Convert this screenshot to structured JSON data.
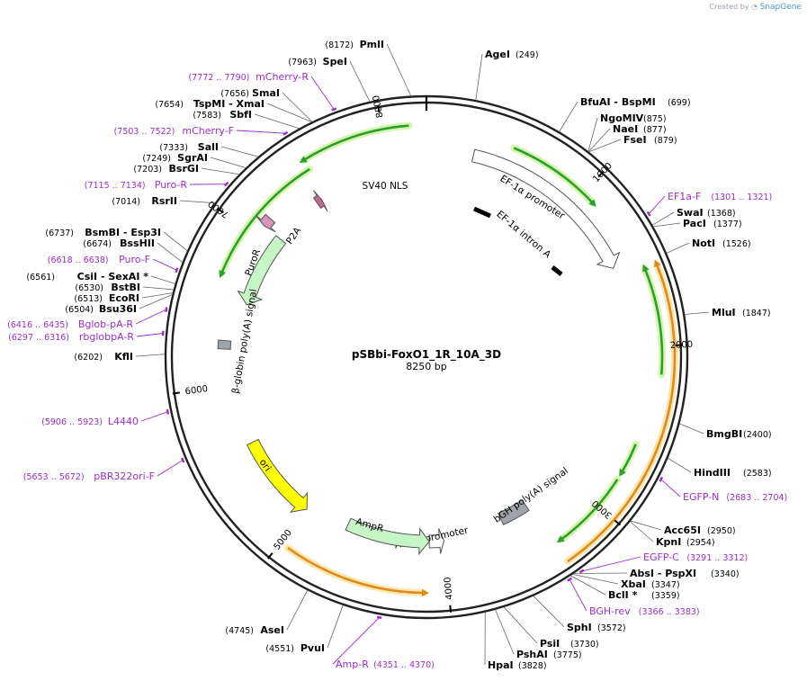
{
  "credit": {
    "prefix": "Created by",
    "brand": "SnapGene"
  },
  "plasmid": {
    "name": "pSBbi-FoxO1_1R_10A_3D",
    "length_text": "8250 bp",
    "length": 8250
  },
  "tick_labels": [
    "1000",
    "2000",
    "3000",
    "4000",
    "5000",
    "6000",
    "7000",
    "8000"
  ],
  "sites": [
    {
      "name": "PmlI",
      "pos_text": "(8172)",
      "pos": 8172
    },
    {
      "name": "AgeI",
      "pos_text": "(249)",
      "pos": 249
    },
    {
      "name": "SpeI",
      "pos_text": "(7963)",
      "pos": 7963
    },
    {
      "name": "BfuAI - BspMI",
      "pos_text": "(699)",
      "pos": 699
    },
    {
      "name": "NgoMIV",
      "pos_text": "(875)",
      "pos": 875
    },
    {
      "name": "NaeI",
      "pos_text": "(877)",
      "pos": 877
    },
    {
      "name": "FseI",
      "pos_text": "(879)",
      "pos": 879
    },
    {
      "name": "SmaI",
      "pos_text": "(7656)",
      "pos": 7656
    },
    {
      "name": "TspMI - XmaI",
      "pos_text": "(7654)",
      "pos": 7654
    },
    {
      "name": "SbfI",
      "pos_text": "(7583)",
      "pos": 7583
    },
    {
      "name": "SalI",
      "pos_text": "(7333)",
      "pos": 7333
    },
    {
      "name": "SgrAI",
      "pos_text": "(7249)",
      "pos": 7249
    },
    {
      "name": "BsrGI",
      "pos_text": "(7203)",
      "pos": 7203
    },
    {
      "name": "RsrII",
      "pos_text": "(7014)",
      "pos": 7014
    },
    {
      "name": "SwaI",
      "pos_text": "(1368)",
      "pos": 1368
    },
    {
      "name": "PacI",
      "pos_text": "(1377)",
      "pos": 1377
    },
    {
      "name": "NotI",
      "pos_text": "(1526)",
      "pos": 1526
    },
    {
      "name": "BsmBI - Esp3I",
      "pos_text": "(6737)",
      "pos": 6737
    },
    {
      "name": "BssHII",
      "pos_text": "(6674)",
      "pos": 6674
    },
    {
      "name": "CsiI - SexAI *",
      "pos_text": "(6561)",
      "pos": 6561
    },
    {
      "name": "BstBI",
      "pos_text": "(6530)",
      "pos": 6530
    },
    {
      "name": "EcoRI",
      "pos_text": "(6513)",
      "pos": 6513
    },
    {
      "name": "Bsu36I",
      "pos_text": "(6504)",
      "pos": 6504
    },
    {
      "name": "MluI",
      "pos_text": "(1847)",
      "pos": 1847
    },
    {
      "name": "KflI",
      "pos_text": "(6202)",
      "pos": 6202
    },
    {
      "name": "BmgBI",
      "pos_text": "(2400)",
      "pos": 2400
    },
    {
      "name": "HindIII",
      "pos_text": "(2583)",
      "pos": 2583
    },
    {
      "name": "Acc65I",
      "pos_text": "(2950)",
      "pos": 2950
    },
    {
      "name": "KpnI",
      "pos_text": "(2954)",
      "pos": 2954
    },
    {
      "name": "AbsI - PspXI",
      "pos_text": "(3340)",
      "pos": 3340
    },
    {
      "name": "XbaI",
      "pos_text": "(3347)",
      "pos": 3347
    },
    {
      "name": "BclI *",
      "pos_text": "(3359)",
      "pos": 3359
    },
    {
      "name": "SphI",
      "pos_text": "(3572)",
      "pos": 3572
    },
    {
      "name": "PsiI",
      "pos_text": "(3730)",
      "pos": 3730
    },
    {
      "name": "PshAI",
      "pos_text": "(3775)",
      "pos": 3775
    },
    {
      "name": "HpaI",
      "pos_text": "(3828)",
      "pos": 3828
    },
    {
      "name": "AseI",
      "pos_text": "(4745)",
      "pos": 4745
    },
    {
      "name": "PvuI",
      "pos_text": "(4551)",
      "pos": 4551
    }
  ],
  "primers": [
    {
      "name": "mCherry-R",
      "pos_text": "(7772 .. 7790)",
      "pos": 7781
    },
    {
      "name": "mCherry-F",
      "pos_text": "(7503 .. 7522)",
      "pos": 7512
    },
    {
      "name": "Puro-R",
      "pos_text": "(7115 .. 7134)",
      "pos": 7124
    },
    {
      "name": "Puro-F",
      "pos_text": "(6618 .. 6638)",
      "pos": 6628
    },
    {
      "name": "Bglob-pA-R",
      "pos_text": "(6416 .. 6435)",
      "pos": 6425
    },
    {
      "name": "rbglobpA-R",
      "pos_text": "(6297 .. 6316)",
      "pos": 6306
    },
    {
      "name": "L4440",
      "pos_text": "(5906 .. 5923)",
      "pos": 5914
    },
    {
      "name": "pBR322ori-F",
      "pos_text": "(5653 .. 5672)",
      "pos": 5662
    },
    {
      "name": "EF1a-F",
      "pos_text": "(1301 .. 1321)",
      "pos": 1311
    },
    {
      "name": "EGFP-N",
      "pos_text": "(2683 .. 2704)",
      "pos": 2693
    },
    {
      "name": "EGFP-C",
      "pos_text": "(3291 .. 3312)",
      "pos": 3301
    },
    {
      "name": "BGH-rev",
      "pos_text": "(3366 .. 3383)",
      "pos": 3374
    },
    {
      "name": "Amp-R",
      "pos_text": "(4351 .. 4370)",
      "pos": 4360
    }
  ],
  "features": [
    {
      "name": "SV40 NLS",
      "start": 7440,
      "end": 7480,
      "dir": "fwd",
      "color": "#c06890"
    },
    {
      "name": "EF-1α promoter",
      "start": 300,
      "end": 1480,
      "dir": "fwd",
      "color": "#ffffff"
    },
    {
      "name": "EF-1α intron A",
      "start": 535,
      "end": 1475,
      "dir": "none",
      "color": "#000000"
    },
    {
      "name": "P2A",
      "start": 7080,
      "end": 7140,
      "dir": "rev",
      "color": "#d895b8"
    },
    {
      "name": "PuroR",
      "start": 6560,
      "end": 7080,
      "dir": "rev",
      "color": "#c6f5c6"
    },
    {
      "name": "β-globin poly(A) signal",
      "start": 6240,
      "end": 6295,
      "dir": "none",
      "color": "#9ea4aa"
    },
    {
      "name": "bGH poly(A) signal",
      "start": 3350,
      "end": 3560,
      "dir": "none",
      "color": "#9ea4aa"
    },
    {
      "name": "AmpR promoter",
      "start": 4000,
      "end": 4105,
      "dir": "rev",
      "color": "#ffffff"
    },
    {
      "name": "AmpR",
      "start": 4105,
      "end": 4700,
      "dir": "rev",
      "color": "#c6f5c6"
    },
    {
      "name": "ori",
      "start": 5000,
      "end": 5590,
      "dir": "rev",
      "color": "#ffff00"
    }
  ],
  "orfs": [
    {
      "start": 7520,
      "end": 8150,
      "dir": "rev",
      "color": "#2e9e2e"
    },
    {
      "start": 6700,
      "end": 7520,
      "dir": "rev",
      "color": "#2e9e2e"
    },
    {
      "start": 520,
      "end": 1080,
      "dir": "fwd",
      "color": "#2e9e2e"
    },
    {
      "start": 1560,
      "end": 2160,
      "dir": "rev",
      "color": "#2e9e2e"
    },
    {
      "start": 1560,
      "end": 3330,
      "dir": "rev",
      "color": "#e08a1e"
    },
    {
      "start": 2580,
      "end": 2760,
      "dir": "fwd",
      "color": "#2e9e2e"
    },
    {
      "start": 2810,
      "end": 3290,
      "dir": "fwd",
      "color": "#2e9e2e"
    },
    {
      "start": 4140,
      "end": 4950,
      "dir": "rev",
      "color": "#e08a1e"
    }
  ]
}
